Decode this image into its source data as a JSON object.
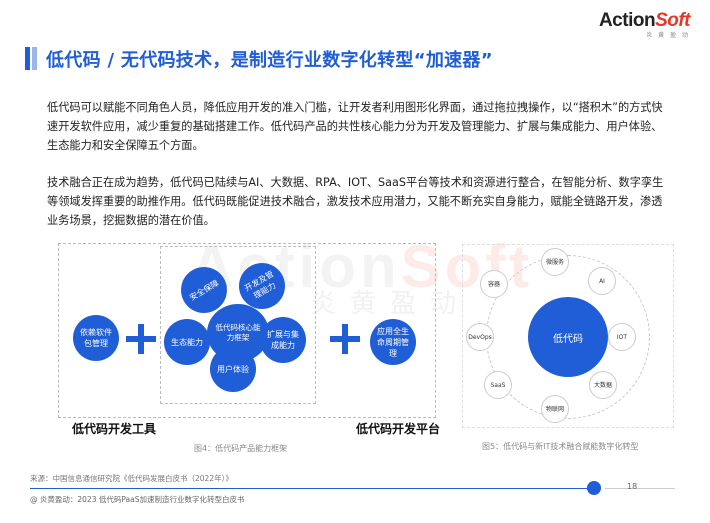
{
  "brand": {
    "logo_main_a": "Action",
    "logo_main_b": "Soft",
    "logo_sub": "炎 黄 盈 动"
  },
  "title": "低代码 / 无代码技术，是制造行业数字化转型“加速器”",
  "paragraphs": [
    "低代码可以赋能不同角色人员，降低应用开发的准入门槛，让开发者利用图形化界面，通过拖拉拽操作，以“搭积木”的方式快速开发软件应用，减少重复的基础搭建工作。低代码产品的共性核心能力分为开发及管理能力、扩展与集成能力、用户体验、生态能力和安全保障五个方面。",
    "技术融合正在成为趋势，低代码已陆续与AI、大数据、RPA、IOT、SaaS平台等技术和资源进行整合，在智能分析、数字孪生等领域发挥重要的助推作用。低代码既能促进技术融合，激发技术应用潜力，又能不断充实自身能力，赋能全链路开发，渗透业务场景，挖掘数据的潜在价值。"
  ],
  "watermark": {
    "text_a": "Action",
    "text_b": "Soft",
    "text_cn": "炎黄盈动"
  },
  "diagram1": {
    "left_node": "依赖软件包管理",
    "core": "低代码核心能力框架",
    "nodes": {
      "security": "安全保障",
      "dev_manage": "开发及管理能力",
      "ecosystem": "生态能力",
      "extend": "扩展与集成能力",
      "ux": "用户体验"
    },
    "right_node": "应用全生命周期管理",
    "label_tool": "低代码开发工具",
    "label_platform": "低代码开发平台",
    "caption": "图4：低代码产品能力框架"
  },
  "diagram2": {
    "center": "低代码",
    "satellites": [
      "微服务",
      "AI",
      "IOT",
      "大数据",
      "物联网",
      "SaaS",
      "DevOps",
      "容器"
    ],
    "caption": "图5：低代码与新IT技术融合赋能数字化转型"
  },
  "source": "来源：中国信息通信研究院《低代码发展白皮书（2022年）》",
  "page_number": "18",
  "footer": "@ 炎黄盈动：2023 低代码PaaS加速制造行业数字化转型白皮书",
  "colors": {
    "accent": "#1f5ed6",
    "brand_red": "#e8372a"
  }
}
